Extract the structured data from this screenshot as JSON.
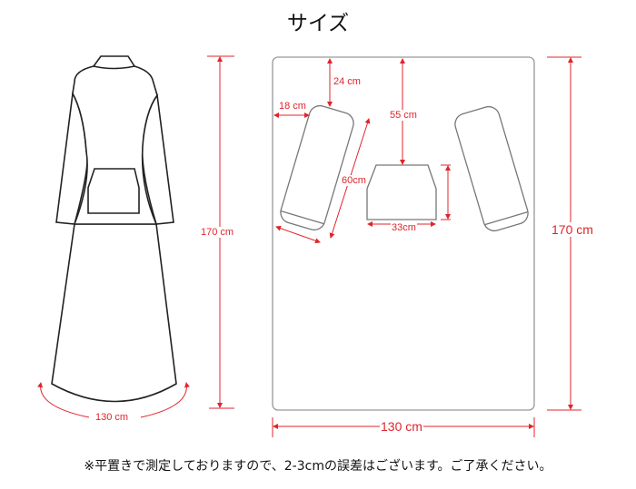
{
  "title": "サイズ",
  "robe": {
    "length_label": "170 cm",
    "hem_label": "130 cm"
  },
  "blanket": {
    "height_label": "170 cm",
    "width_label": "130 cm",
    "sleeve_top_offset_label": "24 cm",
    "sleeve_side_offset_label": "18 cm",
    "pocket_top_offset_label": "55 cm",
    "sleeve_length_label": "60cm",
    "pocket_width_label": "33cm"
  },
  "colors": {
    "dimension": "#e0242b",
    "outline": "#222222"
  },
  "note": "※平置きで測定しておりますので、2-3cmの誤差はございます。ご了承ください。"
}
